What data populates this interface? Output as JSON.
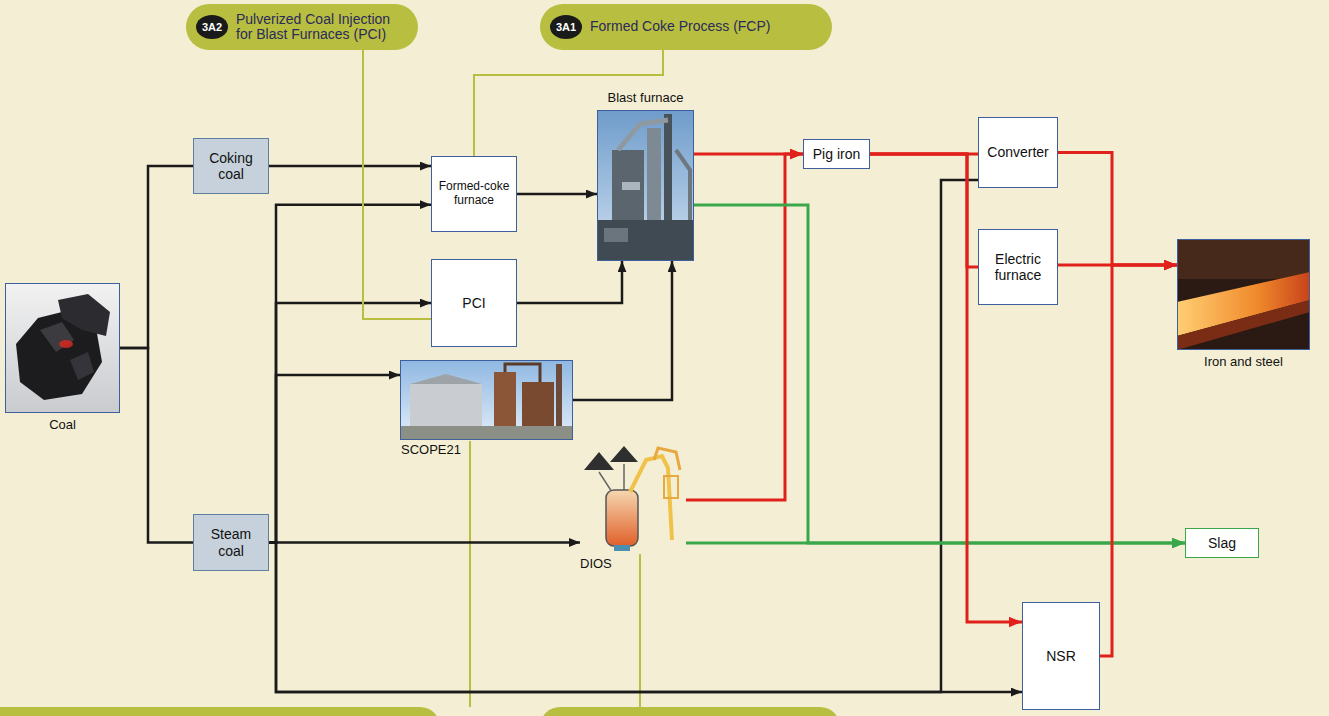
{
  "diagram": {
    "nodes": [
      {
        "text": [
          "3A2",
          "Pulverized Coal Injection for Blast Furnaces (PCI)"
        ]
      },
      {
        "text": [
          "3A1",
          "Formed Coke Process (FCP)"
        ]
      },
      {
        "text": [
          "Coal"
        ]
      },
      {
        "text": [
          "Coking coal"
        ]
      },
      {
        "text": [
          "Steam coal"
        ]
      },
      {
        "text": [
          "Formed-coke furnace"
        ]
      },
      {
        "text": [
          "PCI"
        ]
      },
      {
        "text": [
          "Blast furnace"
        ]
      },
      {
        "text": [
          "SCOPE21"
        ]
      },
      {
        "text": [
          "DIOS"
        ]
      },
      {
        "text": [
          "Pig iron"
        ]
      },
      {
        "text": [
          "Converter"
        ]
      },
      {
        "text": [
          "Electric furnace"
        ]
      },
      {
        "text": [
          "NSR"
        ]
      },
      {
        "text": [
          "Iron and steel"
        ]
      },
      {
        "text": [
          "Slag"
        ]
      }
    ],
    "edges": [
      {
        "from": 2,
        "to": 3,
        "arrow": "none"
      },
      {
        "from": 2,
        "to": 4,
        "arrow": "none"
      },
      {
        "from": 3,
        "to": 5,
        "arrow": "to"
      },
      {
        "from": 4,
        "to": 5,
        "arrow": "to"
      },
      {
        "from": 4,
        "to": 6,
        "arrow": "to"
      },
      {
        "from": 4,
        "to": 8,
        "arrow": "to"
      },
      {
        "from": 4,
        "to": 9,
        "arrow": "to"
      },
      {
        "from": 4,
        "to": 13,
        "arrow": "to"
      },
      {
        "from": 4,
        "to": 11,
        "arrow": "none"
      },
      {
        "from": 5,
        "to": 7,
        "arrow": "to"
      },
      {
        "from": 6,
        "to": 7,
        "arrow": "to"
      },
      {
        "from": 8,
        "to": 7,
        "arrow": "to"
      },
      {
        "from": 7,
        "to": 10,
        "arrow": "to"
      },
      {
        "from": 9,
        "to": 10,
        "arrow": "to"
      },
      {
        "from": 7,
        "to": 15,
        "arrow": "to"
      },
      {
        "from": 9,
        "to": 15,
        "arrow": "to"
      },
      {
        "from": 10,
        "to": 11,
        "arrow": "none"
      },
      {
        "from": 10,
        "to": 12,
        "arrow": "none"
      },
      {
        "from": 10,
        "to": 13,
        "arrow": "to"
      },
      {
        "from": 11,
        "to": 14,
        "arrow": "to"
      },
      {
        "from": 12,
        "to": 14,
        "arrow": "to"
      },
      {
        "from": 13,
        "to": 14,
        "arrow": "to"
      },
      {
        "from": 0,
        "to": 6,
        "arrow": "none"
      },
      {
        "from": 1,
        "to": 5,
        "arrow": "none"
      }
    ]
  }
}
